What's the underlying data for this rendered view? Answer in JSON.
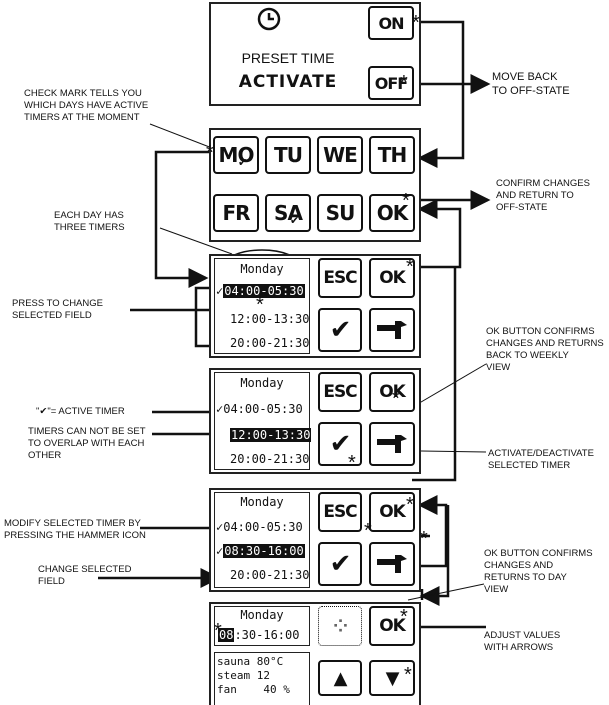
{
  "top_panel": {
    "on": "ON",
    "off": "OFF",
    "preset_label": "PRESET TIME",
    "activate_label": "ACTIVATE",
    "clock_icon": "clock-icon"
  },
  "weekly": {
    "days": [
      "MO",
      "TU",
      "WE",
      "TH",
      "FR",
      "SA",
      "SU"
    ],
    "ok": "OK"
  },
  "day_panels": [
    {
      "day": "Monday",
      "esc": "ESC",
      "ok": "OK",
      "timers": [
        "04:00-05:30",
        "12:00-13:30",
        "20:00-21:30"
      ]
    },
    {
      "day": "Monday",
      "esc": "ESC",
      "ok": "OK",
      "timers": [
        "04:00-05:30",
        "12:00-13:30",
        "20:00-21:30"
      ]
    },
    {
      "day": "Monday",
      "esc": "ESC",
      "ok": "OK",
      "timers": [
        "04:00-05:30",
        "08:30-16:00",
        "20:00-21:30"
      ]
    }
  ],
  "edit_panel": {
    "day": "Monday",
    "ok": "OK",
    "time_hl": "08",
    "time_rest": ":30-16:00",
    "status": [
      "sauna 80°C",
      "steam 12",
      "fan    40 %"
    ]
  },
  "annotations": {
    "move_back": "MOVE BACK\nTO OFF-STATE",
    "check_mark": "CHECK MARK TELLS YOU\nWHICH DAYS HAVE ACTIVE\nTIMERS AT THE MOMENT",
    "confirm": "CONFIRM CHANGES\nAND RETURN TO\nOFF-STATE",
    "each_day": "EACH DAY HAS\nTHREE TIMERS",
    "press_change": "PRESS TO CHANGE\nSELECTED FIELD",
    "ok_weekly": "OK BUTTON CONFIRMS\nCHANGES AND RETURNS\nBACK TO WEEKLY\nVIEW",
    "active_timer": "\"✔\"= ACTIVE TIMER",
    "overlap": "TIMERS CAN NOT BE SET\nTO OVERLAP WITH EACH\nOTHER",
    "activate_deactivate": "ACTIVATE/DEACTIVATE\nSELECTED TIMER",
    "modify": "MODIFY SELECTED TIMER BY\nPRESSING THE HAMMER ICON",
    "ok_day": "OK BUTTON CONFIRMS\nCHANGES AND\nRETURNS TO DAY\nVIEW",
    "change_field": "CHANGE SELECTED\nFIELD",
    "adjust": "ADJUST VALUES\nWITH ARROWS"
  }
}
